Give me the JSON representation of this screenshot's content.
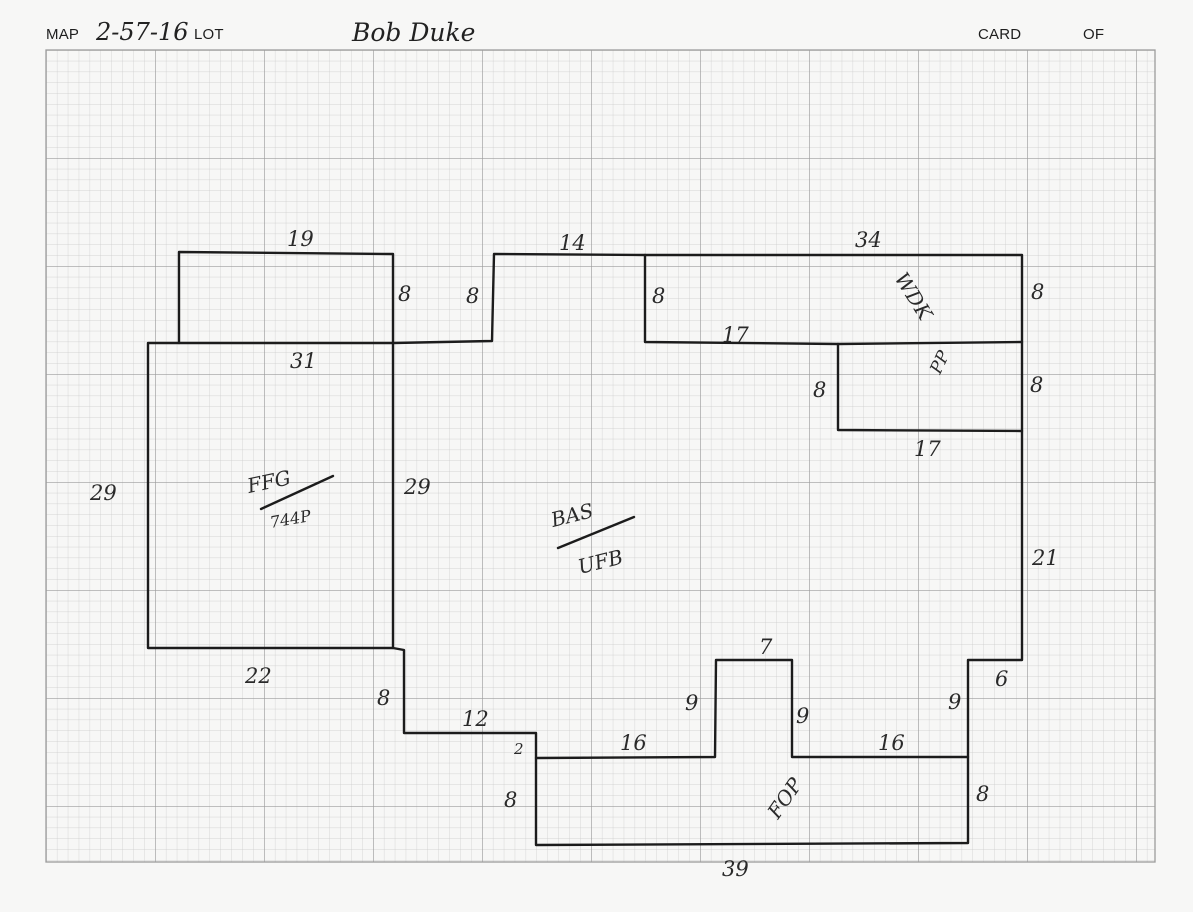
{
  "header": {
    "map_label": "MAP",
    "map_number": "2-57-16",
    "lot_label": "LOT",
    "owner_name": "Bob Duke",
    "card_label": "CARD",
    "of_label": "OF"
  },
  "sketch": {
    "dimensions": {
      "d19": "19",
      "d14": "14",
      "d34": "34",
      "d8_top_a": "8",
      "d8_top_b": "8",
      "d8_top_c": "8",
      "d8_right_top": "8",
      "d31": "31",
      "d17_mid": "17",
      "d8_porch_left": "8",
      "d8_porch_right": "8",
      "d17_porch": "17",
      "d29_left": "29",
      "d29_inner": "29",
      "d21": "21",
      "d22": "22",
      "d8_step": "8",
      "d12": "12",
      "d2": "2",
      "d7": "7",
      "d9_a": "9",
      "d9_b": "9",
      "d9_c": "9",
      "d6": "6",
      "d16_a": "16",
      "d16_b": "16",
      "d8_bottom_left": "8",
      "d8_bottom_right": "8",
      "d39": "39"
    },
    "areas": {
      "garage_top": "FFG",
      "garage_bottom": "744P",
      "house_top": "BAS",
      "house_bottom": "UFB",
      "room_top_right": "WDK",
      "porch": "PP",
      "bottom_porch": "FOP"
    },
    "colors": {
      "grid_minor": "#c9c9c9",
      "grid_major": "#9c9c9c",
      "ink": "#1c1c1c"
    }
  }
}
